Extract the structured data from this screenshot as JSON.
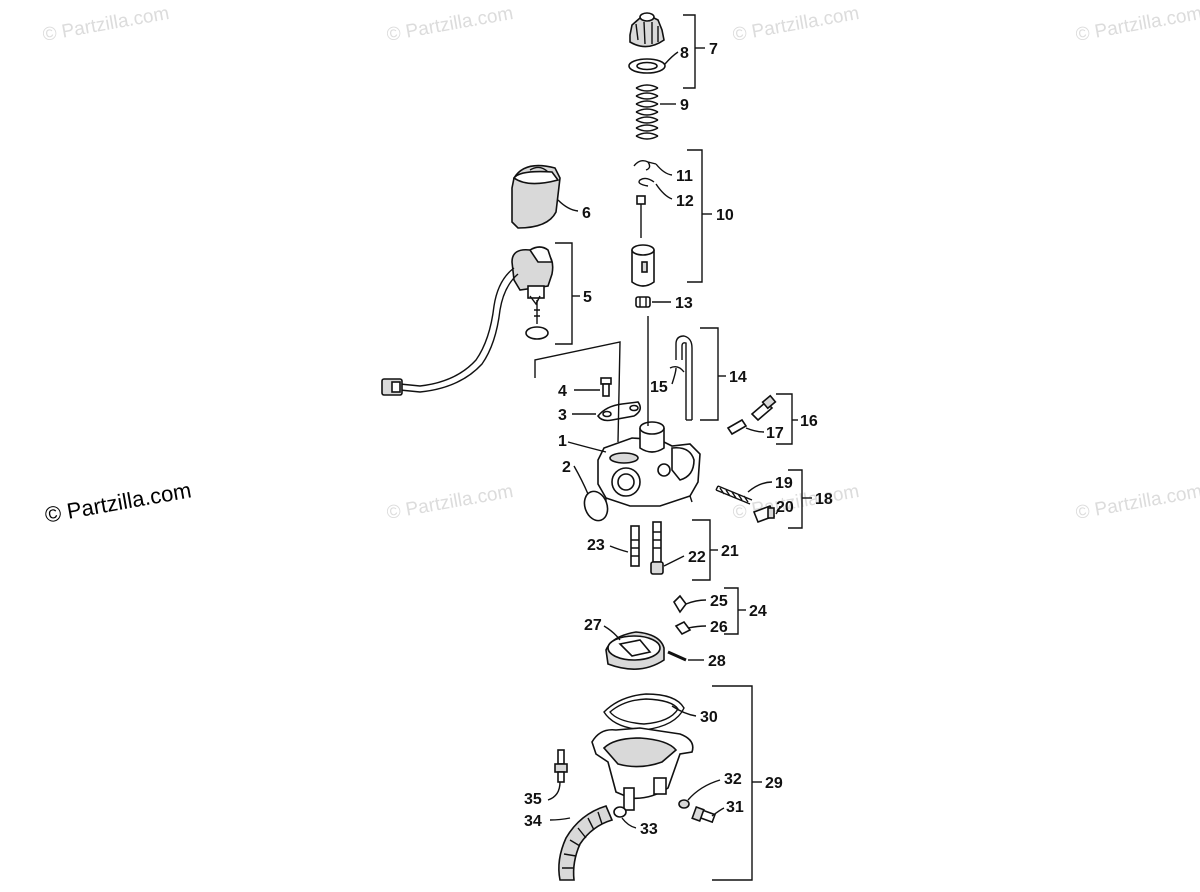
{
  "watermarks": {
    "faint_text": "© Partzilla.com",
    "main_text": "© Partzilla.com"
  },
  "callouts": {
    "c1": "1",
    "c2": "2",
    "c3": "3",
    "c4": "4",
    "c5": "5",
    "c6": "6",
    "c7": "7",
    "c8": "8",
    "c9": "9",
    "c10": "10",
    "c11": "11",
    "c12": "12",
    "c13": "13",
    "c14": "14",
    "c15": "15",
    "c16": "16",
    "c17": "17",
    "c18": "18",
    "c19": "19",
    "c20": "20",
    "c21": "21",
    "c22": "22",
    "c23": "23",
    "c24": "24",
    "c25": "25",
    "c26": "26",
    "c27": "27",
    "c28": "28",
    "c29": "29",
    "c30": "30",
    "c31": "31",
    "c32": "32",
    "c33": "33",
    "c34": "34",
    "c35": "35"
  },
  "colors": {
    "ink": "#111111",
    "watermark": "#dcdcdc",
    "part_fill": "#ffffff",
    "shade": "#d9d9d9"
  }
}
